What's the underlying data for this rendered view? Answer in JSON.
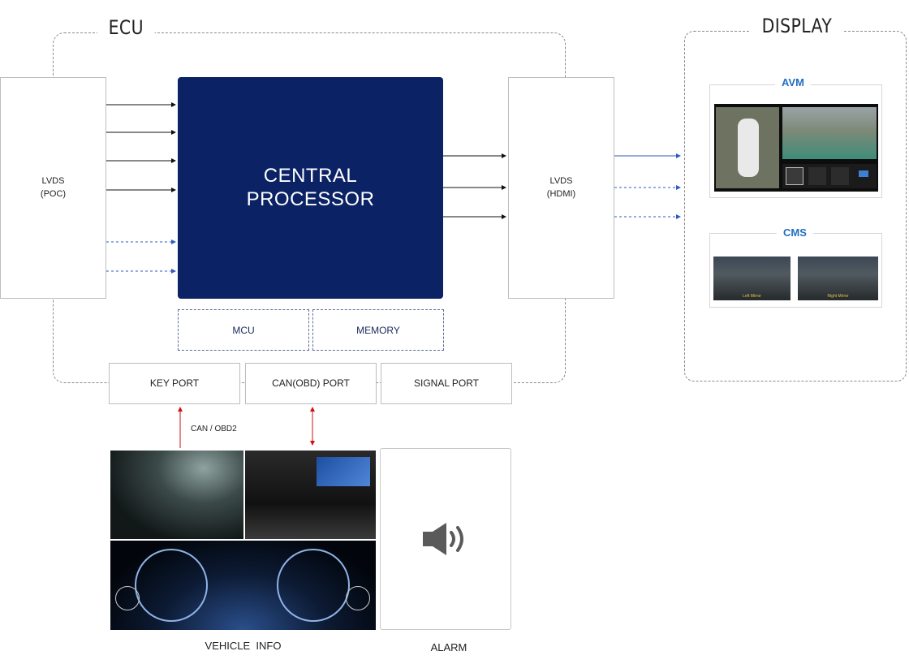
{
  "groups": {
    "ecu_title": "ECU",
    "display_title": "DISPLAY"
  },
  "ecu": {
    "lvds_poc": [
      "LVDS",
      "(POC)"
    ],
    "central_processor": [
      "CENTRAL",
      "PROCESSOR"
    ],
    "lvds_hdmi": [
      "LVDS",
      "(HDMI)"
    ],
    "mcu": "MCU",
    "memory": "MEMORY",
    "ports": {
      "key_port": "KEY PORT",
      "can_obd_port": "CAN(OBD) PORT",
      "signal_port": "SIGNAL PORT"
    }
  },
  "connections": {
    "can_label": "CAN / OBD2"
  },
  "display": {
    "avm_label": "AVM",
    "cms_label": "CMS",
    "cms_left_caption": "Left Mirror",
    "cms_right_caption": "Right Mirror"
  },
  "inputs": {
    "vehicle_info_label": "VEHICLE  INFO",
    "alarm_label": "ALARM"
  },
  "colors": {
    "processor": "#0b2264",
    "solid_arrow": "#111111",
    "dashed_arrow": "#2d5bbf",
    "port_arrow": "#d01010",
    "screen_title": "#1f6fbf"
  },
  "icons": {
    "alarm": "speaker-volume-icon"
  }
}
